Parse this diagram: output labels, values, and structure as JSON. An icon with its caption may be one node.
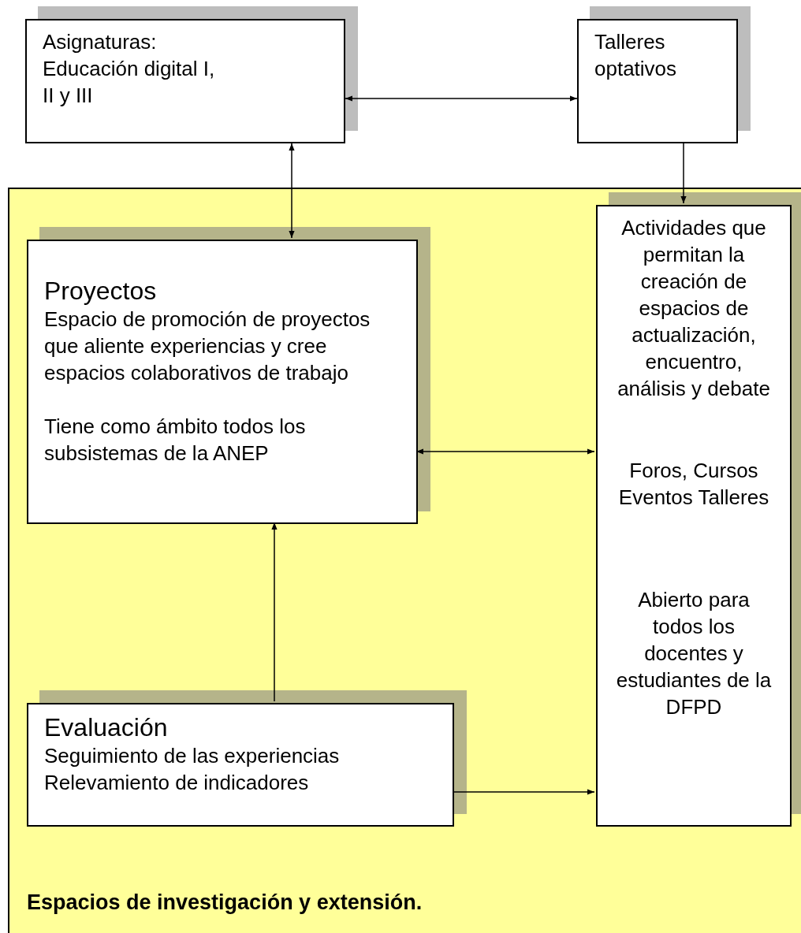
{
  "diagram": {
    "nodes": [
      {
        "text": [
          "Asignaturas:",
          "Educación digital I, II y III"
        ]
      },
      {
        "text": [
          "Talleres optativos"
        ]
      },
      {
        "text": [
          "Espacios de investigación y extensión."
        ]
      },
      {
        "text": [
          "Proyectos",
          "Espacio de promoción de proyectos que aliente experiencias y cree espacios colaborativos de trabajo",
          "Tiene como ámbito todos los subsistemas de la ANEP"
        ],
        "in": 2
      },
      {
        "text": [
          "Actividades que permitan la creación de espacios de actualización, encuentro, análisis y debate",
          "Foros, Cursos Eventos Talleres",
          "Abierto para todos los docentes y estudiantes de la DFPD"
        ],
        "in": 2
      },
      {
        "text": [
          "Evaluación",
          "Seguimiento de las experiencias",
          "Relevamiento de indicadores"
        ],
        "in": 2
      }
    ],
    "edges": [
      {
        "from": 0,
        "to": 1,
        "arrow": "both"
      },
      {
        "from": 0,
        "to": 3,
        "arrow": "both"
      },
      {
        "from": 1,
        "to": 4,
        "arrow": "to"
      },
      {
        "from": 3,
        "to": 4,
        "arrow": "both"
      },
      {
        "from": 5,
        "to": 3,
        "arrow": "to"
      },
      {
        "from": 5,
        "to": 4,
        "arrow": "to"
      }
    ]
  }
}
